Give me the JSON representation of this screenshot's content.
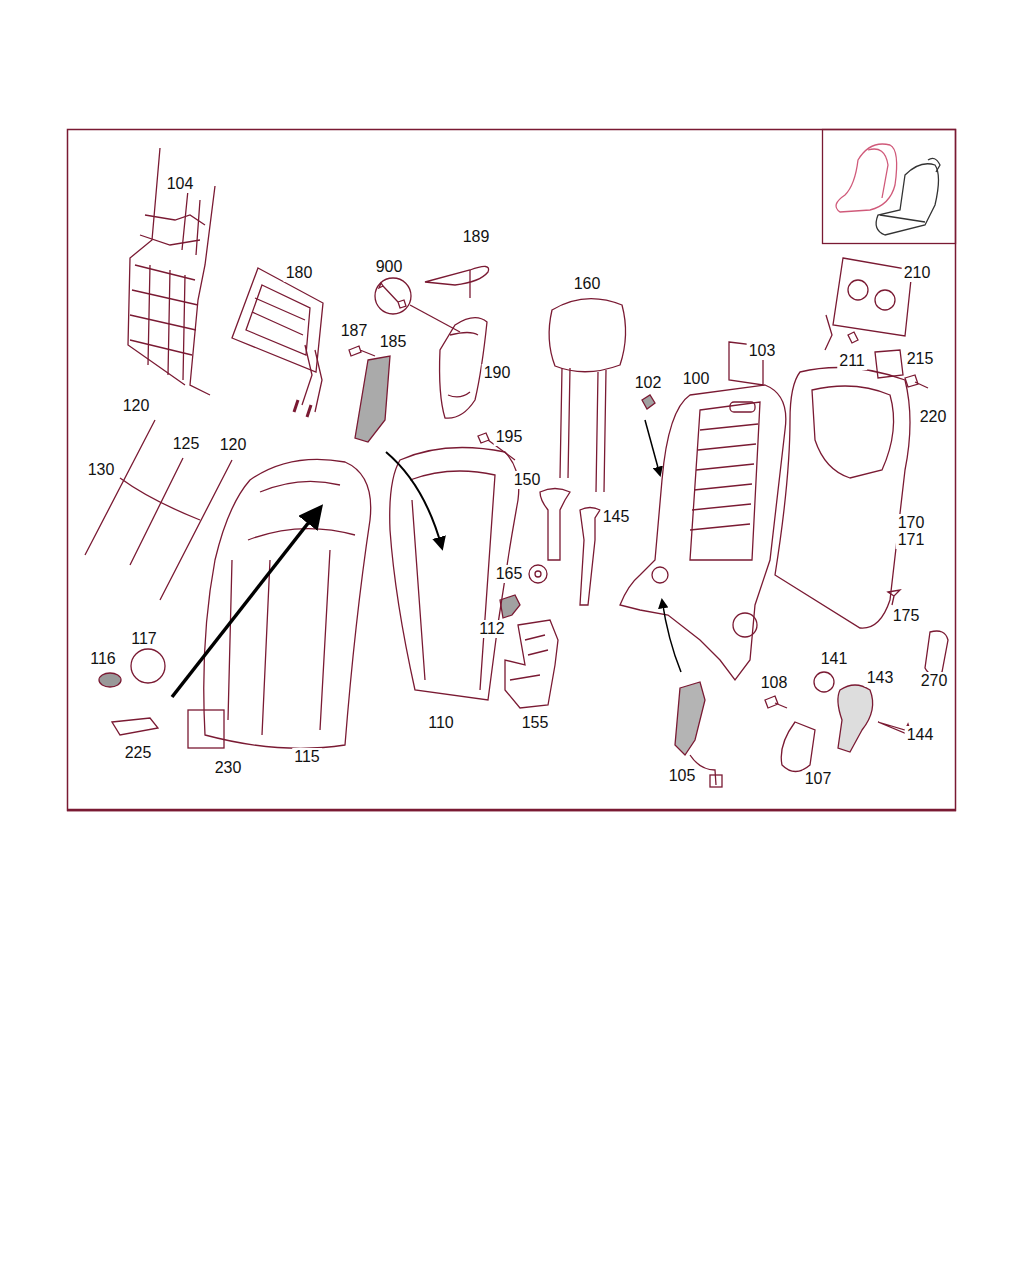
{
  "diagram": {
    "labels": [
      "104",
      "180",
      "189",
      "900",
      "160",
      "210",
      "187",
      "185",
      "190",
      "103",
      "211",
      "215",
      "102",
      "100",
      "220",
      "120",
      "195",
      "125",
      "120",
      "130",
      "150",
      "145",
      "170",
      "171",
      "165",
      "175",
      "112",
      "117",
      "141",
      "116",
      "108",
      "143",
      "270",
      "155",
      "110",
      "144",
      "225",
      "230",
      "115",
      "105",
      "107"
    ]
  }
}
